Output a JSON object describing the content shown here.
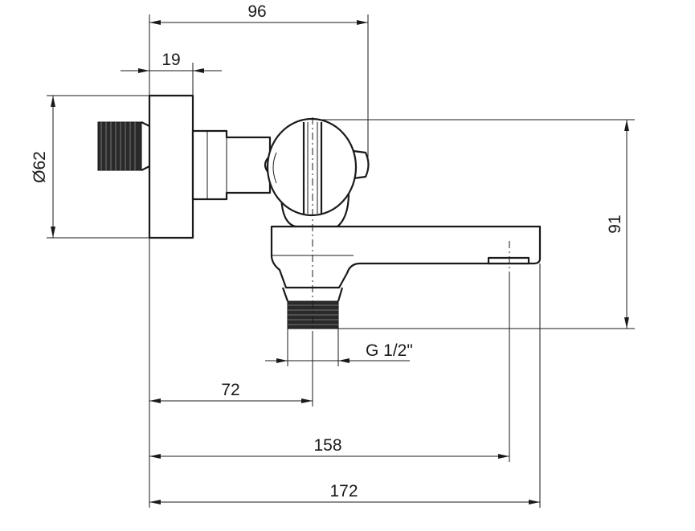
{
  "drawing": {
    "dimensions": {
      "d96": "96",
      "d19": "19",
      "d62": "Ø62",
      "d91": "91",
      "thread": "G 1/2\"",
      "d72": "72",
      "d158": "158",
      "d172": "172"
    }
  }
}
